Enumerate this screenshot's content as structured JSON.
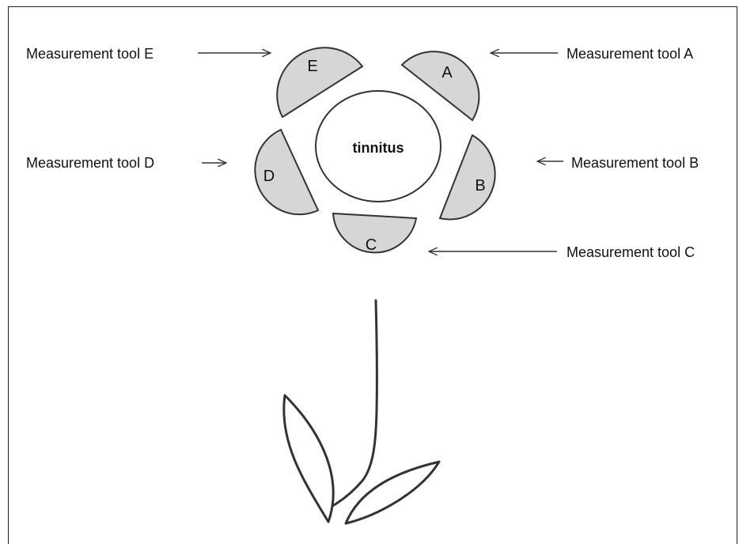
{
  "center": {
    "label": "tinnitus"
  },
  "petals": [
    {
      "letter": "A",
      "tool_label": "Measurement tool A"
    },
    {
      "letter": "B",
      "tool_label": "Measurement tool B"
    },
    {
      "letter": "C",
      "tool_label": "Measurement tool C"
    },
    {
      "letter": "D",
      "tool_label": "Measurement tool D"
    },
    {
      "letter": "E",
      "tool_label": "Measurement tool E"
    }
  ],
  "colors": {
    "petal_fill": "#d6d6d6",
    "stroke": "#333333",
    "background": "#ffffff"
  }
}
